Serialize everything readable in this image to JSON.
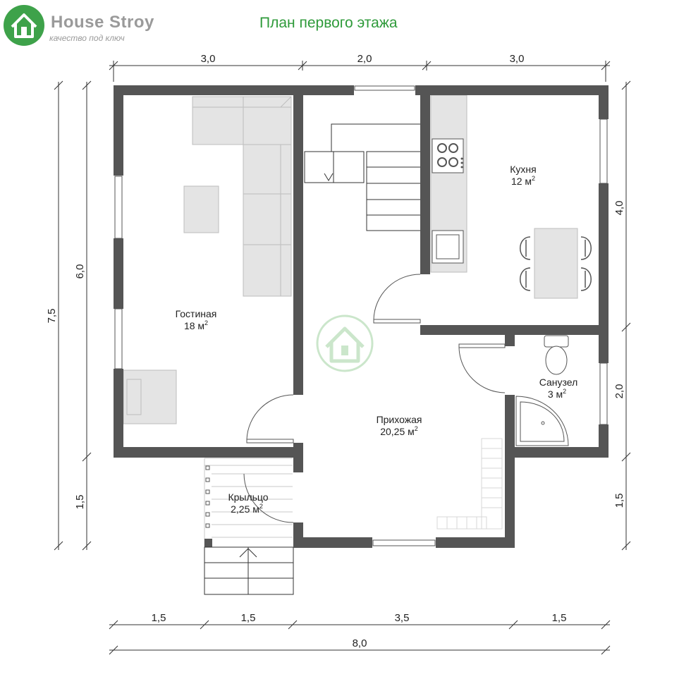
{
  "header": {
    "brand_name": "House Stroy",
    "brand_slogan": "качество под ключ",
    "title": "План первого этажа"
  },
  "rooms": [
    {
      "name": "Гостиная",
      "area": "18 м",
      "sup": "2"
    },
    {
      "name": "Кухня",
      "area": "12 м",
      "sup": "2"
    },
    {
      "name": "Санузел",
      "area": "3 м",
      "sup": "2"
    },
    {
      "name": "Прихожая",
      "area": "20,25 м",
      "sup": "2"
    },
    {
      "name": "Крыльцо",
      "area": "2,25 м",
      "sup": "2"
    }
  ],
  "dimensions": {
    "top": [
      "3,0",
      "2,0",
      "3,0"
    ],
    "bottom_segments": [
      "1,5",
      "1,5",
      "3,5",
      "1,5"
    ],
    "bottom_total": "8,0",
    "left_inner": [
      "6,0",
      "1,5"
    ],
    "left_total": "7,5",
    "right": [
      "4,0",
      "2,0",
      "1,5"
    ]
  },
  "colors": {
    "wall": "#555555",
    "furniture": "#e4e4e4",
    "title": "#2e9a3a",
    "logo": "#3ea24a",
    "brand_text": "#9a9a9a",
    "watermark": "#c6e4c6"
  },
  "icons": {
    "logo": "house-logo-icon",
    "watermark": "house-watermark-icon"
  }
}
